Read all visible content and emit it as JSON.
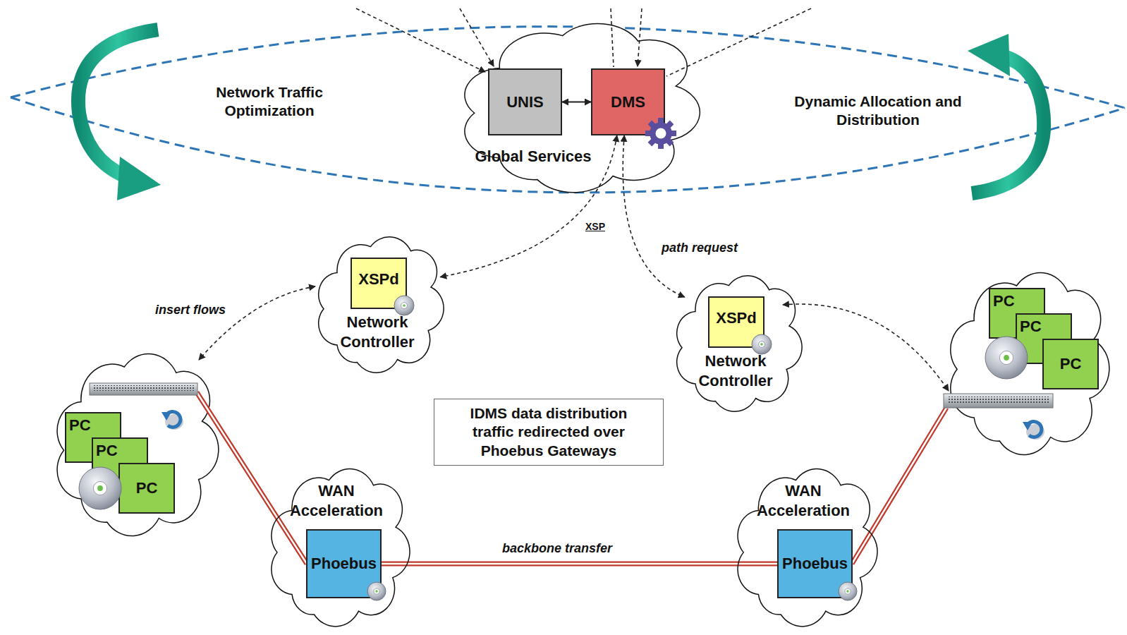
{
  "diagram": {
    "nodes": [
      {
        "text": [
          "Global Services"
        ]
      },
      {
        "text": [
          "UNIS"
        ],
        "in": 0
      },
      {
        "text": [
          "DMS"
        ],
        "in": 0
      },
      {
        "text": [
          "Network Controller"
        ]
      },
      {
        "text": [
          "XSPd"
        ],
        "in": 3
      },
      {
        "text": [
          "Network Controller"
        ]
      },
      {
        "text": [
          "XSPd"
        ],
        "in": 5
      },
      {
        "text": [
          "PC"
        ]
      },
      {
        "text": [
          "PC"
        ]
      },
      {
        "text": [
          "PC"
        ]
      },
      {
        "text": [
          "IDMS data distribution traffic redirected over Phoebus Gateways"
        ]
      },
      {
        "text": [
          "PC"
        ]
      },
      {
        "text": [
          "PC"
        ]
      },
      {
        "text": [
          "PC"
        ]
      },
      {
        "text": [
          "WAN Acceleration"
        ]
      },
      {
        "text": [
          "Phoebus"
        ],
        "in": 14
      },
      {
        "text": [
          "WAN Acceleration"
        ]
      },
      {
        "text": [
          "Phoebus"
        ],
        "in": 16
      }
    ],
    "edges": [
      {
        "from": 1,
        "to": 2,
        "arrow": "both"
      },
      {
        "from": 2,
        "to": 3,
        "label": "XSP",
        "arrow": "both"
      },
      {
        "from": 2,
        "to": 5,
        "label": "path request",
        "arrow": "both"
      },
      {
        "from": 15,
        "to": 17,
        "label": "backbone transfer",
        "arrow": "none"
      }
    ],
    "labels": [
      "Network Traffic Optimization",
      "Dynamic Allocation and Distribution",
      "insert flows"
    ]
  }
}
